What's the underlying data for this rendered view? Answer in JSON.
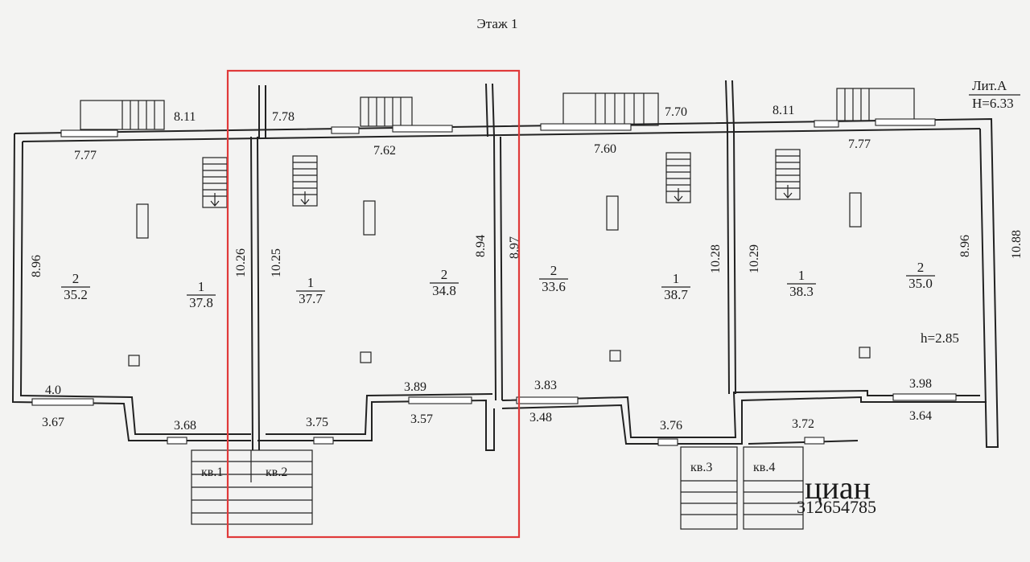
{
  "title": "Этаж 1",
  "liter": "Лит.А",
  "height_label": "H=6.33",
  "ceiling_label": "h=2.85",
  "highlight_color": "#e03a3a",
  "dimensions": {
    "top_outer": [
      "8.11",
      "7.78",
      "7.70",
      "8.11"
    ],
    "top_inner": [
      "7.77",
      "7.62",
      "7.60",
      "7.77"
    ],
    "verticals": [
      "8.96",
      "10.26",
      "10.25",
      "8.94",
      "8.97",
      "10.28",
      "10.29",
      "8.96",
      "10.88"
    ],
    "bottom": [
      "4.0",
      "3.67",
      "3.68",
      "3.75",
      "3.89",
      "3.57",
      "3.83",
      "3.48",
      "3.76",
      "3.72",
      "3.98",
      "3.64"
    ]
  },
  "rooms": [
    {
      "num": "2",
      "area": "35.2"
    },
    {
      "num": "1",
      "area": "37.8"
    },
    {
      "num": "1",
      "area": "37.7"
    },
    {
      "num": "2",
      "area": "34.8"
    },
    {
      "num": "2",
      "area": "33.6"
    },
    {
      "num": "1",
      "area": "38.7"
    },
    {
      "num": "1",
      "area": "38.3"
    },
    {
      "num": "2",
      "area": "35.0"
    }
  ],
  "apartments": [
    "кв.1",
    "кв.2",
    "кв.3",
    "кв.4"
  ],
  "watermark": {
    "text": "циан",
    "code": "312654785"
  }
}
